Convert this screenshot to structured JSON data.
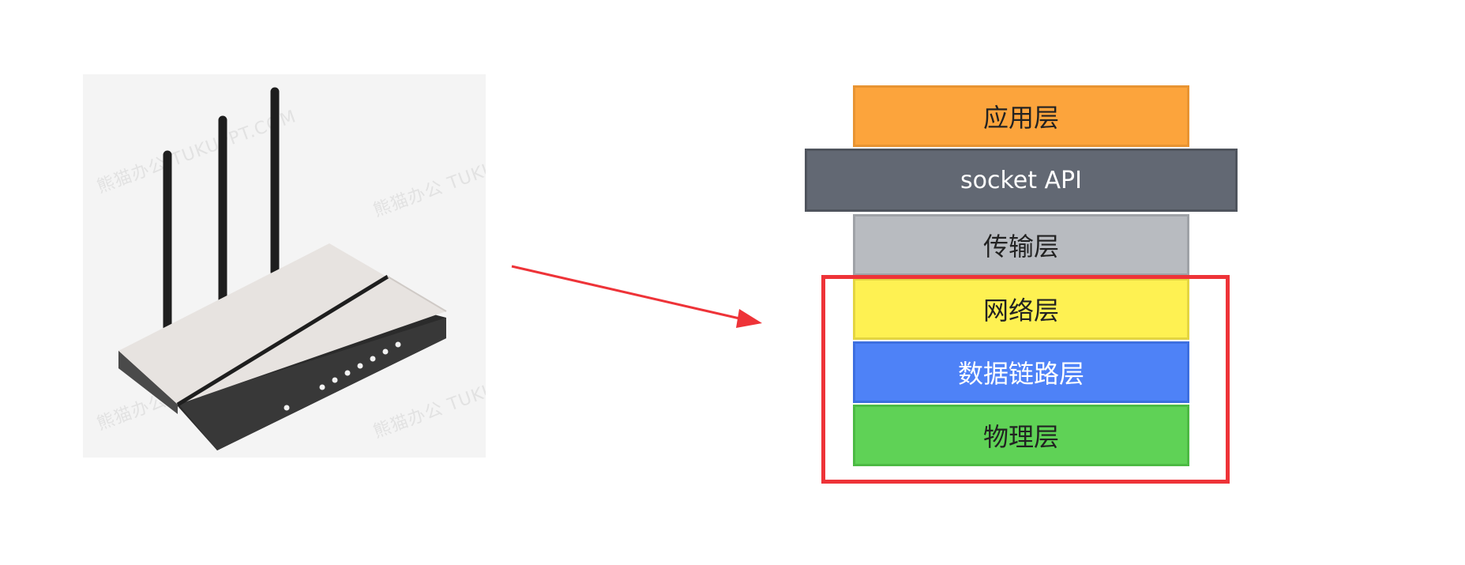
{
  "router_image": {
    "watermark_text": "熊猫办公 TUKUPPT.COM"
  },
  "layers": {
    "application": "应用层",
    "socket_api": "socket API",
    "transport": "传输层",
    "network": "网络层",
    "data_link": "数据链路层",
    "physical": "物理层"
  },
  "colors": {
    "application": "#fca43c",
    "socket_api": "#626873",
    "transport": "#b8bbc0",
    "network": "#fef152",
    "data_link": "#4e82f7",
    "physical": "#5fd256",
    "highlight": "#ee3338",
    "arrow": "#ee3338"
  }
}
